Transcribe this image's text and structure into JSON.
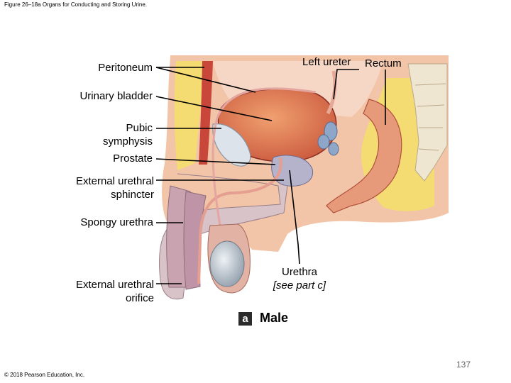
{
  "caption": "Figure 26–18a Organs for Conducting and Storing Urine.",
  "labels": {
    "peritoneum": "Peritoneum",
    "urinary_bladder": "Urinary bladder",
    "pubic_symphysis": "Pubic\nsymphysis",
    "prostate": "Prostate",
    "external_urethral_sphincter": "External urethral\nsphincter",
    "spongy_urethra": "Spongy urethra",
    "external_urethral_orifice": "External urethral\norifice",
    "left_ureter": "Left ureter",
    "rectum": "Rectum",
    "urethra": "Urethra",
    "urethra_note": "[see part c]"
  },
  "panel": {
    "letter": "a",
    "title": "Male"
  },
  "page_number": "137",
  "copyright": "© 2018 Pearson Education, Inc."
}
